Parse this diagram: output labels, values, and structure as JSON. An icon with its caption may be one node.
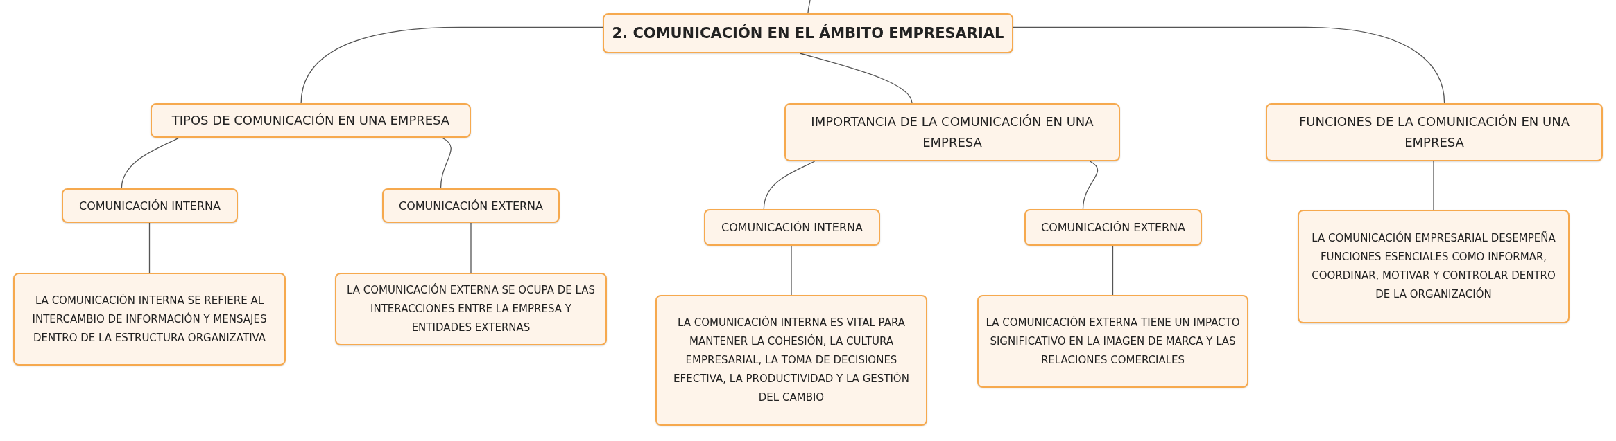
{
  "diagram": {
    "nodes": [
      {
        "text": [
          "2. COMUNICACIÓN EN EL ÁMBITO EMPRESARIAL"
        ]
      },
      {
        "text": [
          "TIPOS DE COMUNICACIÓN EN UNA EMPRESA"
        ]
      },
      {
        "text": [
          "IMPORTANCIA DE LA COMUNICACIÓN EN UNA EMPRESA"
        ]
      },
      {
        "text": [
          "FUNCIONES DE LA COMUNICACIÓN EN UNA EMPRESA"
        ]
      },
      {
        "text": [
          "COMUNICACIÓN INTERNA"
        ]
      },
      {
        "text": [
          "COMUNICACIÓN EXTERNA"
        ]
      },
      {
        "text": [
          "LA COMUNICACIÓN INTERNA SE REFIERE AL INTERCAMBIO DE INFORMACIÓN Y MENSAJES DENTRO DE LA ESTRUCTURA ORGANIZATIVA"
        ]
      },
      {
        "text": [
          "LA COMUNICACIÓN EXTERNA SE OCUPA DE LAS INTERACCIONES ENTRE LA EMPRESA Y ENTIDADES EXTERNAS"
        ]
      },
      {
        "text": [
          "COMUNICACIÓN INTERNA"
        ]
      },
      {
        "text": [
          "COMUNICACIÓN EXTERNA"
        ]
      },
      {
        "text": [
          "LA COMUNICACIÓN INTERNA ES VITAL PARA MANTENER LA COHESIÓN, LA CULTURA EMPRESARIAL, LA TOMA DE DECISIONES EFECTIVA, LA PRODUCTIVIDAD Y LA GESTIÓN DEL CAMBIO"
        ]
      },
      {
        "text": [
          "LA COMUNICACIÓN EXTERNA TIENE UN IMPACTO SIGNIFICATIVO EN LA IMAGEN DE MARCA Y LAS RELACIONES COMERCIALES"
        ]
      },
      {
        "text": [
          "LA COMUNICACIÓN EMPRESARIAL DESEMPEÑA FUNCIONES ESENCIALES COMO INFORMAR, COORDINAR, MOTIVAR Y CONTROLAR DENTRO DE LA ORGANIZACIÓN"
        ]
      }
    ],
    "edges": [
      {
        "from": null,
        "to": 0,
        "arrow": "none"
      },
      {
        "from": 0,
        "to": 1,
        "arrow": "none"
      },
      {
        "from": 0,
        "to": 2,
        "arrow": "none"
      },
      {
        "from": 0,
        "to": 3,
        "arrow": "none"
      },
      {
        "from": 1,
        "to": 4,
        "arrow": "none"
      },
      {
        "from": 1,
        "to": 5,
        "arrow": "none"
      },
      {
        "from": 4,
        "to": 6,
        "arrow": "none"
      },
      {
        "from": 5,
        "to": 7,
        "arrow": "none"
      },
      {
        "from": 2,
        "to": 8,
        "arrow": "none"
      },
      {
        "from": 2,
        "to": 9,
        "arrow": "none"
      },
      {
        "from": 8,
        "to": 10,
        "arrow": "none"
      },
      {
        "from": 9,
        "to": 11,
        "arrow": "none"
      },
      {
        "from": 3,
        "to": 12,
        "arrow": "none"
      }
    ]
  }
}
